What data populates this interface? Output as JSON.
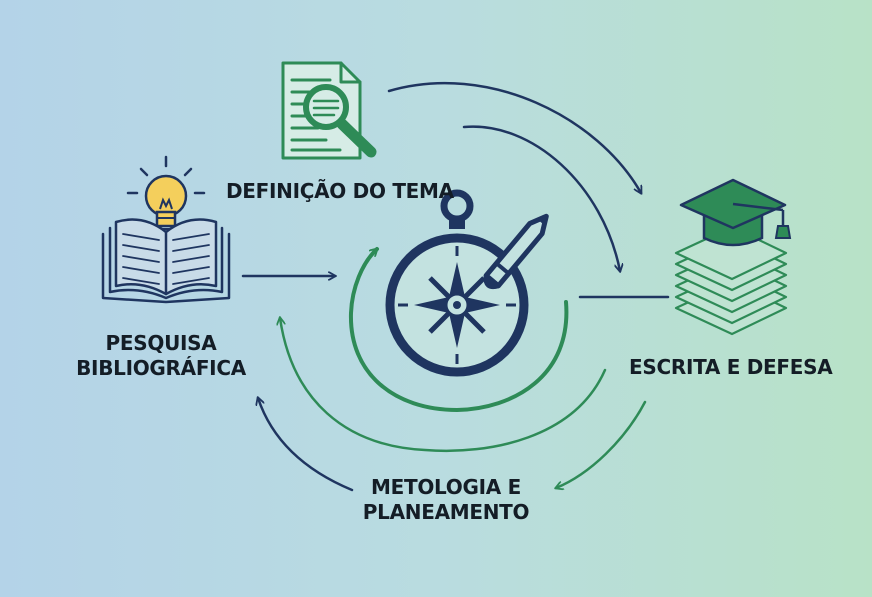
{
  "labels": {
    "tema": "DEFINIÇÃO DO TEMA",
    "pesquisa_line1": "PESQUISA",
    "pesquisa_line2": "BIBLIOGRÁFICA",
    "escrita": "ESCRITA E DEFESA",
    "metologia_line1": "METOLOGIA E",
    "metologia_line2": "PLANEAMENTO"
  },
  "icons": {
    "document": "document-search-icon",
    "book": "open-book-lightbulb-icon",
    "compass": "compass-pencil-icon",
    "graduation": "graduation-cap-stack-icon"
  },
  "colors": {
    "navy": "#1f3560",
    "green": "#2e8b57",
    "bulb": "#f4cf5c"
  }
}
